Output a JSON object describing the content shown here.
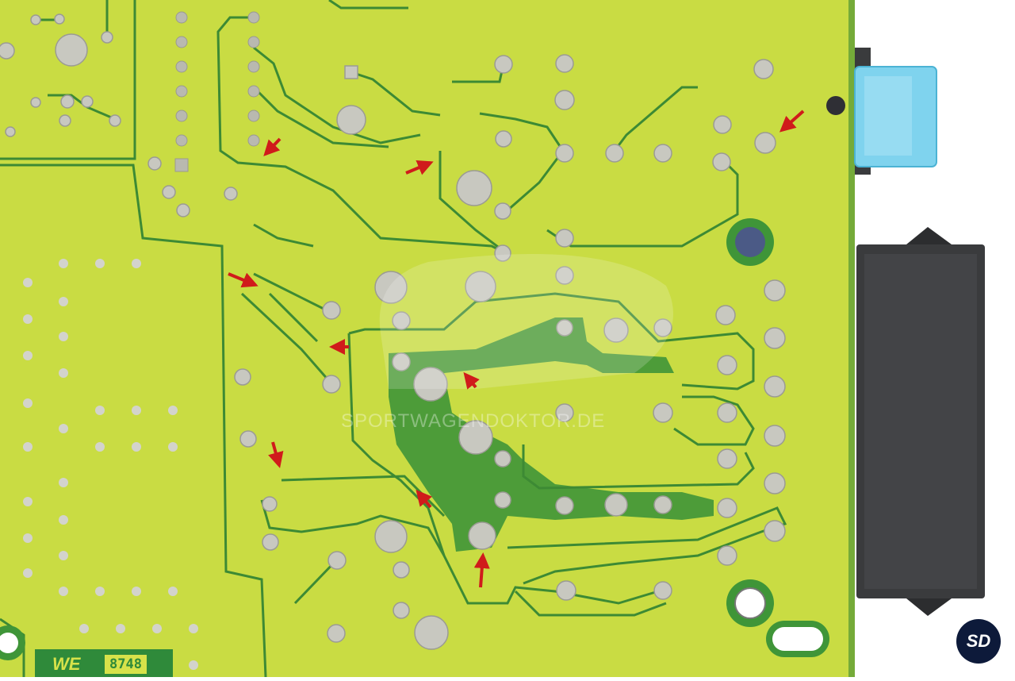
{
  "photo": {
    "subject": "PCB",
    "board_marking": {
      "manufacturer": "WE",
      "number": "8748"
    },
    "watermark_text": "SPORTWAGENDOKTOR.DE",
    "logo_text": "SD"
  },
  "colors": {
    "background": "#ffffff",
    "board_mask": "#c9dc43",
    "ground_plane": "#bfd43c",
    "trace": "#3d8a34",
    "copper_fill": "#3f9538",
    "pad": "#b9b9b0",
    "solder": "#c8c8c0",
    "via_hole": "#5b6a8a",
    "fuse": "#7fd3ee",
    "connector": "#3a3b3d",
    "arrow": "#d01b1b",
    "logo_bg": "#0d1a3a"
  },
  "icons": {
    "arrow": "red-arrow-icon",
    "logo": "sd-logo-icon"
  }
}
